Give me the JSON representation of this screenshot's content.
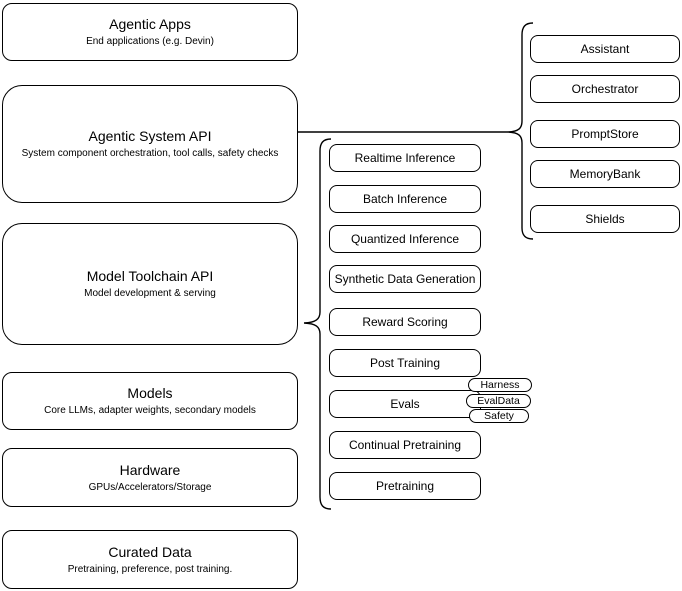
{
  "diagram": {
    "left_stack": [
      {
        "title": "Agentic Apps",
        "subtitle": "End applications (e.g. Devin)"
      },
      {
        "title": "Agentic System API",
        "subtitle": "System component orchestration, tool calls, safety checks"
      },
      {
        "title": "Model Toolchain API",
        "subtitle": "Model development & serving"
      },
      {
        "title": "Models",
        "subtitle": "Core LLMs, adapter weights, secondary models"
      },
      {
        "title": "Hardware",
        "subtitle": "GPUs/Accelerators/Storage"
      },
      {
        "title": "Curated Data",
        "subtitle": "Pretraining, preference, post training."
      }
    ],
    "toolchain_items": [
      "Realtime Inference",
      "Batch Inference",
      "Quantized Inference",
      "Synthetic Data Generation",
      "Reward Scoring",
      "Post Training",
      "Evals",
      "Continual Pretraining",
      "Pretraining"
    ],
    "eval_tags": [
      "Harness",
      "EvalData",
      "Safety"
    ],
    "system_components": [
      "Assistant",
      "Orchestrator",
      "PromptStore",
      "MemoryBank",
      "Shields"
    ],
    "colors": {
      "stroke": "#000000",
      "fill": "#ffffff",
      "background": "#ffffff"
    }
  }
}
